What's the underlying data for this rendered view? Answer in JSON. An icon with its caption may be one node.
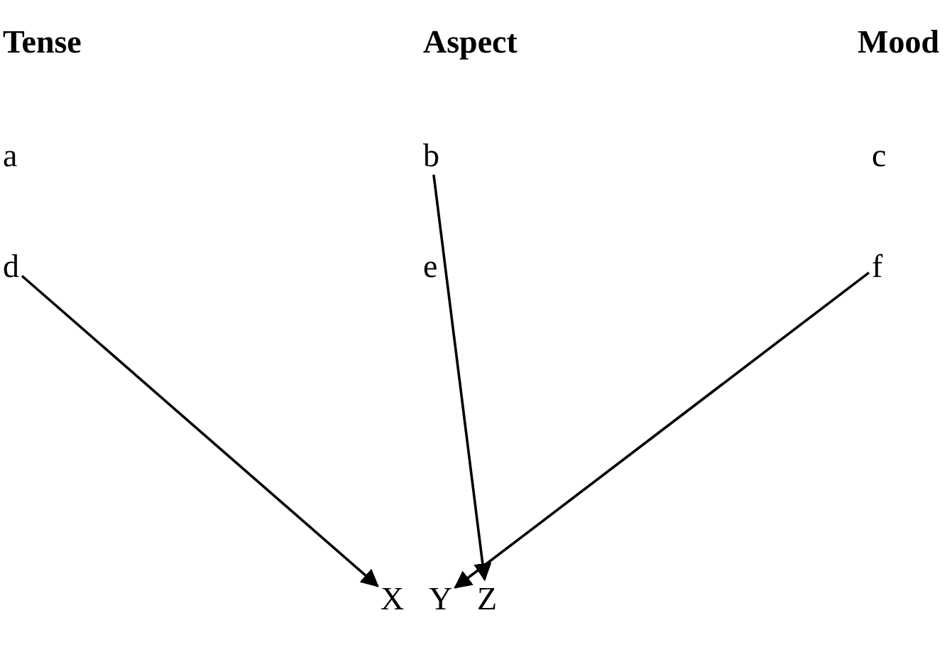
{
  "diagram": {
    "nodes": [
      {
        "text": [
          "b"
        ]
      },
      {
        "text": [
          "d"
        ]
      },
      {
        "text": [
          "f"
        ]
      },
      {
        "text": [
          "X"
        ]
      },
      {
        "text": [
          "Y"
        ]
      },
      {
        "text": [
          "Z"
        ]
      }
    ],
    "edges": [
      {
        "from": 1,
        "to": 3,
        "arrow": "to"
      },
      {
        "from": 0,
        "to": 5,
        "arrow": "to"
      },
      {
        "from": 2,
        "to": 4,
        "arrow": "to"
      }
    ],
    "labels": [
      "Tense",
      "Aspect",
      "Mood",
      "a",
      "c",
      "e"
    ]
  }
}
